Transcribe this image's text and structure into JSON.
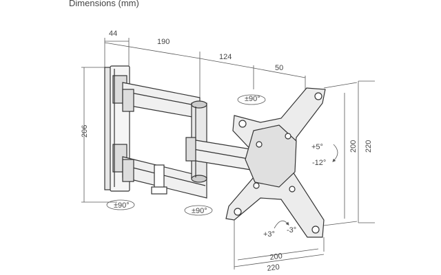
{
  "title": "Dimensions (mm)",
  "dims": {
    "depth_plate": "44",
    "arm_1": "190",
    "arm_2": "124",
    "arm_3": "50",
    "height": "206",
    "vesa_vertical_inner": "200",
    "vesa_vertical_outer": "220",
    "vesa_horizontal_inner": "200",
    "vesa_horizontal_outer": "220"
  },
  "rotation": {
    "swivel_top": "±90°",
    "swivel_left": "±90°",
    "swivel_mid": "±90°",
    "tilt_up": "+5°",
    "tilt_down": "-12°",
    "rotate_pos": "+3°",
    "rotate_neg": "-3°"
  }
}
